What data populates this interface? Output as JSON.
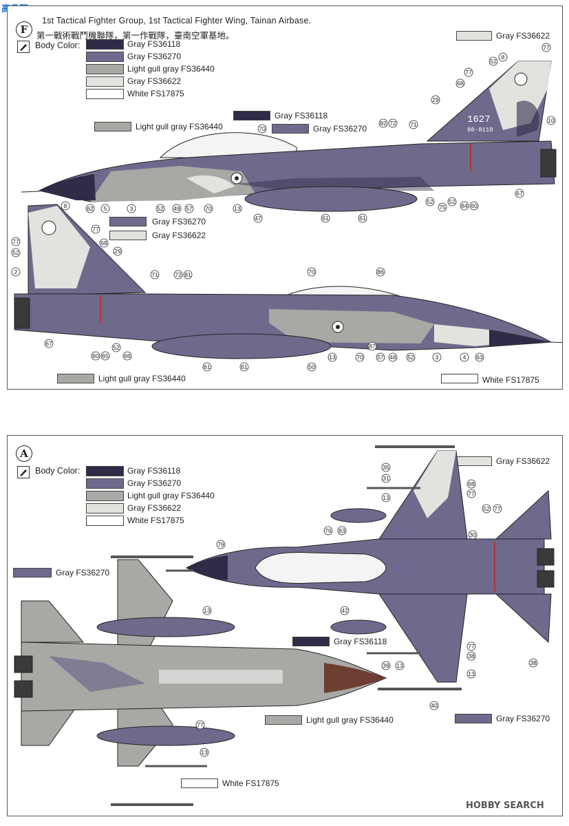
{
  "header": {
    "unit_en": "1st Tactical Fighter Group, 1st Tactical Fighter Wing, Tainan Airbase.",
    "unit_zh": "第一戰術戰鬥機聯隊，第一作戰隊，臺南空軍基地。",
    "logo_text": "高品网"
  },
  "top_panel": {
    "letter": "F",
    "body_color_label": "Body Color:",
    "legend": [
      {
        "name": "Gray FS36118",
        "color": "#2e2c46"
      },
      {
        "name": "Gray FS36270",
        "color": "#6e6a8c"
      },
      {
        "name": "Light gull gray FS36440",
        "color": "#a8a8a4"
      },
      {
        "name": "Gray FS36622",
        "color": "#e3e2de"
      },
      {
        "name": "White FS17875",
        "color": "#ffffff"
      }
    ],
    "callouts": {
      "fs36622_top": "Gray FS36622",
      "fs36118": "Gray FS36118",
      "fs36270": "Gray FS36270",
      "light_gull_left": "Light gull gray FS36440",
      "fs36270_side2": "Gray FS36270",
      "fs36622_side2": "Gray FS36622",
      "light_gull_bottom": "Light gull gray FS36440",
      "white_bottom": "White FS17875"
    },
    "tail_number": "1627",
    "tail_serial": "88-8118"
  },
  "bottom_panel": {
    "letter": "A",
    "body_color_label": "Body Color:",
    "legend": [
      {
        "name": "Gray FS36118",
        "color": "#2e2c46"
      },
      {
        "name": "Gray FS36270",
        "color": "#6e6a8c"
      },
      {
        "name": "Light gull gray FS36440",
        "color": "#a8a8a4"
      },
      {
        "name": "Gray FS36622",
        "color": "#e3e2de"
      },
      {
        "name": "White FS17875",
        "color": "#ffffff"
      }
    ],
    "callouts": {
      "fs36622": "Gray FS36622",
      "fs36270_left": "Gray FS36270",
      "fs36118": "Gray FS36118",
      "light_gull": "Light gull gray FS36440",
      "fs36270_right": "Gray FS36270",
      "white": "White FS17875"
    }
  },
  "side1_numbers": [
    "77",
    "8",
    "52",
    "77",
    "68",
    "29",
    "71",
    "10",
    "70",
    "82",
    "72",
    "62",
    "5",
    "3",
    "52",
    "49",
    "57",
    "70",
    "13",
    "47",
    "61",
    "61",
    "52",
    "75",
    "52",
    "84",
    "60",
    "67"
  ],
  "side2_numbers": [
    "8",
    "77",
    "68",
    "77",
    "52",
    "29",
    "2",
    "71",
    "72",
    "81",
    "70",
    "86",
    "67",
    "60",
    "65",
    "52",
    "66",
    "61",
    "61",
    "50",
    "13",
    "70",
    "87",
    "57",
    "48",
    "52",
    "3",
    "4",
    "63"
  ],
  "plan_numbers": [
    "35",
    "31",
    "13",
    "76",
    "83",
    "79",
    "68",
    "77",
    "52",
    "77",
    "30",
    "42",
    "13",
    "77",
    "38",
    "39",
    "13",
    "40",
    "38",
    "77",
    "13",
    "13"
  ],
  "watermark": "HOBBY SEARCH"
}
